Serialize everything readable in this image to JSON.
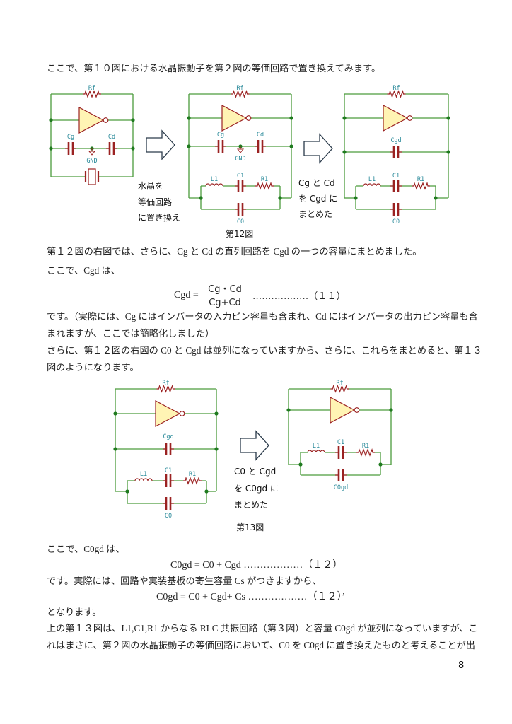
{
  "paragraphs": {
    "p1": "ここで、第１０図における水晶振動子を第２図の等価回路で置き換えてみます。",
    "p2": "第１２図の右図では、さらに、Cg と Cd の直列回路を Cgd の一つの容量にまとめました。",
    "p3": "ここで、Cgd は、",
    "p4": "です。（実際には、Cg にはインバータの入力ピン容量も含まれ、Cd にはインバータの出力ピン容量も含",
    "p5": "まれますが、ここでは簡略化しました）",
    "p6": "さらに、第１２図の右図の C0 と Cgd は並列になっていますから、さらに、これらをまとめると、第１３",
    "p7": "図のようになります。",
    "p8": "ここで、C0gd は、",
    "p9": "です。実際には、回路や実装基板の寄生容量 Cs がつきますから、",
    "p10": "となります。",
    "p11": "上の第１３図は、L1,C1,R1 からなる RLC 共振回路（第３図）と容量 C0gd が並列になっていますが、こ",
    "p12": "れはまさに、第２図の水晶振動子の等価回路において、C0 を C0gd に置き換えたものと考えることが出"
  },
  "formulas": {
    "f11_lhs": "Cgd =",
    "f11_num": "Cg・Cd",
    "f11_den": "Cg+Cd",
    "f11_tag": "………………（１１）",
    "f12": "C0gd = C0 + Cgd  ………………（１２）",
    "f12p": "C0gd = C0 + Cgd+ Cs  ………………（１２）’"
  },
  "figure12": {
    "caption": "第12図",
    "arrow1_text": [
      "水晶を",
      "等価回路",
      "に置き換え"
    ],
    "arrow2_text": [
      "Cg と Cd",
      "を Cgd に",
      "まとめた"
    ]
  },
  "figure13": {
    "caption": "第13図",
    "arrow_text": [
      "C0 と Cgd",
      "を C0gd に",
      "まとめた"
    ]
  },
  "labels": {
    "Rf": "Rf",
    "Cg": "Cg",
    "Cd": "Cd",
    "GND": "GND",
    "L1": "L1",
    "C1": "C1",
    "R1": "R1",
    "C0": "C0",
    "Cgd": "Cgd",
    "C0gd": "C0gd"
  },
  "page_number": "8",
  "colors": {
    "wire": "#4c9c3c",
    "dot": "#1f7a1f",
    "component": "#9b2222",
    "inverter_fill": "#fff4b4",
    "label": "#2a8a9a"
  }
}
